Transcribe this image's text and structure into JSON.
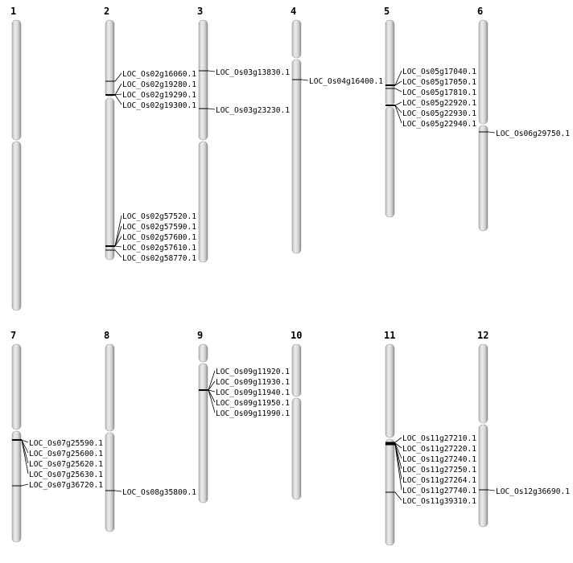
{
  "chromosomes": [
    {
      "name": "1",
      "genes": []
    },
    {
      "name": "2",
      "genes": [
        "LOC_Os02g16060.1",
        "LOC_Os02g19280.1",
        "LOC_Os02g19290.1",
        "LOC_Os02g19300.1",
        "LOC_Os02g57520.1",
        "LOC_Os02g57590.1",
        "LOC_Os02g57600.1",
        "LOC_Os02g57610.1",
        "LOC_Os02g58770.1"
      ]
    },
    {
      "name": "3",
      "genes": [
        "LOC_Os03g13830.1",
        "LOC_Os03g23230.1"
      ]
    },
    {
      "name": "4",
      "genes": [
        "LOC_Os04g16400.1"
      ]
    },
    {
      "name": "5",
      "genes": [
        "LOC_Os05g17040.1",
        "LOC_Os05g17050.1",
        "LOC_Os05g17810.1",
        "LOC_Os05g22920.1",
        "LOC_Os05g22930.1",
        "LOC_Os05g22940.1"
      ]
    },
    {
      "name": "6",
      "genes": [
        "LOC_Os06g29750.1"
      ]
    },
    {
      "name": "7",
      "genes": [
        "LOC_Os07g25590.1",
        "LOC_Os07g25600.1",
        "LOC_Os07g25620.1",
        "LOC_Os07g25630.1",
        "LOC_Os07g36720.1"
      ]
    },
    {
      "name": "8",
      "genes": [
        "LOC_Os08g35800.1"
      ]
    },
    {
      "name": "9",
      "genes": [
        "LOC_Os09g11920.1",
        "LOC_Os09g11930.1",
        "LOC_Os09g11940.1",
        "LOC_Os09g11950.1",
        "LOC_Os09g11990.1"
      ]
    },
    {
      "name": "10",
      "genes": []
    },
    {
      "name": "11",
      "genes": [
        "LOC_Os11g27210.1",
        "LOC_Os11g27220.1",
        "LOC_Os11g27240.1",
        "LOC_Os11g27250.1",
        "LOC_Os11g27264.1",
        "LOC_Os11g27740.1",
        "LOC_Os11g39310.1"
      ]
    },
    {
      "name": "12",
      "genes": [
        "LOC_Os12g36690.1"
      ]
    }
  ]
}
